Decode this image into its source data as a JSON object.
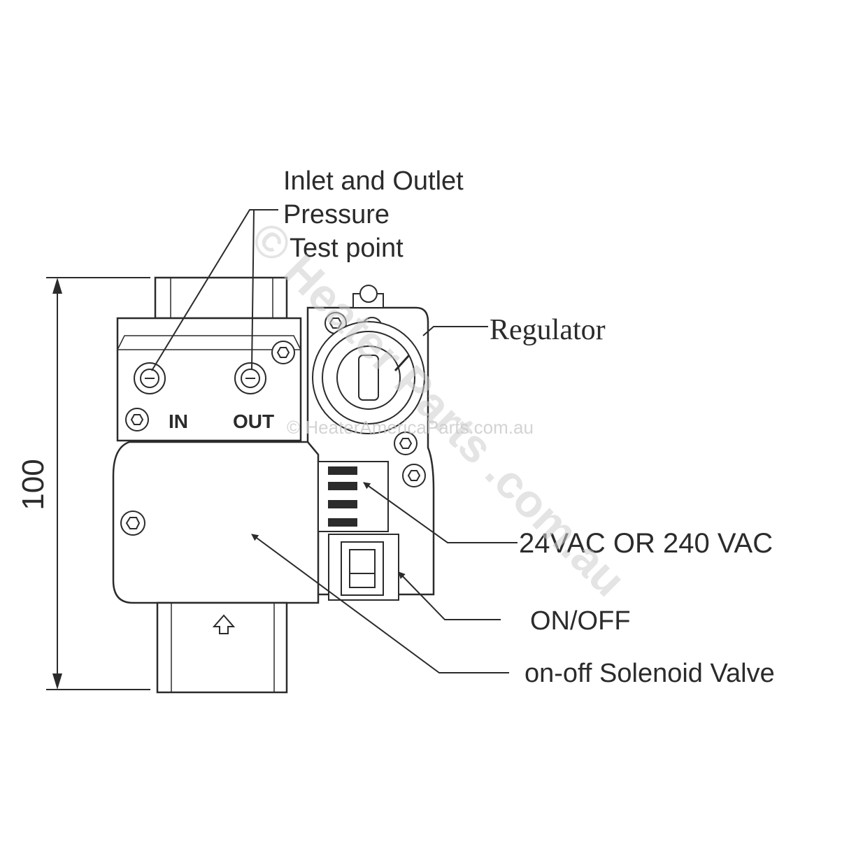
{
  "diagram": {
    "dimension_label": "100",
    "callouts": {
      "test_point": [
        "Inlet and Outlet",
        "Pressure",
        "Test point"
      ],
      "regulator": "Regulator",
      "voltage": "24VAC OR 240 VAC",
      "switch": "ON/OFF",
      "solenoid": "on-off Solenoid Valve"
    },
    "port_labels": {
      "inlet": "IN",
      "outlet": "OUT"
    }
  },
  "watermark": {
    "diagonal": "© Heater Parts .com.au",
    "center": "© HeaterAmericaParts.com.au"
  },
  "colors": {
    "line": "#2b2b2b",
    "watermark": "#cfcfcf",
    "background": "#ffffff"
  }
}
